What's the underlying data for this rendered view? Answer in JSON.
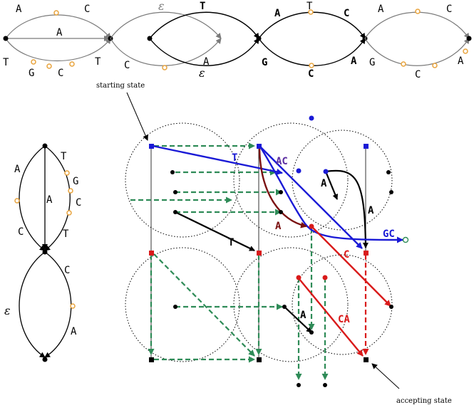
{
  "colors": {
    "black": "#000000",
    "gray": "#7a7a7a",
    "orange": "#e8a33c",
    "blue": "#1a1ad6",
    "red": "#d91a1a",
    "darkred": "#7a1010",
    "green": "#2e8b57",
    "purple": "#5a2ca0"
  },
  "top_strip": {
    "seg1": {
      "upper": "A",
      "upper2": "C",
      "middle": "A",
      "lower1": "T",
      "lower2": "G",
      "lower3": "C",
      "lower4": "T"
    },
    "seg2": {
      "upper": "ε",
      "lower": "C"
    },
    "seg3": {
      "upper": "T",
      "lower_a": "A",
      "lower_eps": "ε"
    },
    "seg4": {
      "a": "A",
      "t": "T",
      "c": "C",
      "g": "G",
      "c2": "C",
      "a2": "A"
    },
    "seg5": {
      "a": "A",
      "c": "C",
      "g": "G",
      "c2": "C",
      "a2": "A"
    }
  },
  "left_graph": {
    "a_left": "A",
    "a_mid": "A",
    "t_top": "T",
    "g": "G",
    "c_right": "C",
    "t_low": "T",
    "c_left": "C",
    "c_lower": "C",
    "eps": "ε",
    "a_lower": "A"
  },
  "automaton": {
    "label_t": "T",
    "label_ac": "AC",
    "label_a1": "A",
    "label_a2": "A",
    "label_a3": "A",
    "label_t2": "T",
    "label_gc": "GC",
    "label_c": "C",
    "label_ca": "CA",
    "label_a4": "A"
  },
  "annotations": {
    "starting_state": "starting state",
    "accepting_state": "accepting state"
  }
}
